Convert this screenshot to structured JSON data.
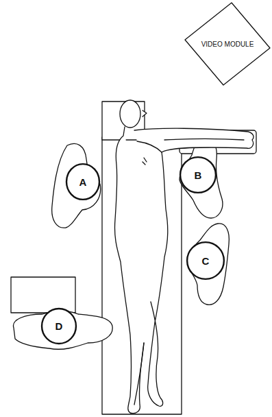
{
  "diagram": {
    "nodes": [
      {
        "text": [
          "VIDEO MODULE"
        ]
      },
      {
        "text": [
          "A"
        ]
      },
      {
        "text": [
          "B"
        ]
      },
      {
        "text": [
          "C"
        ]
      },
      {
        "text": [
          "D"
        ]
      }
    ]
  }
}
